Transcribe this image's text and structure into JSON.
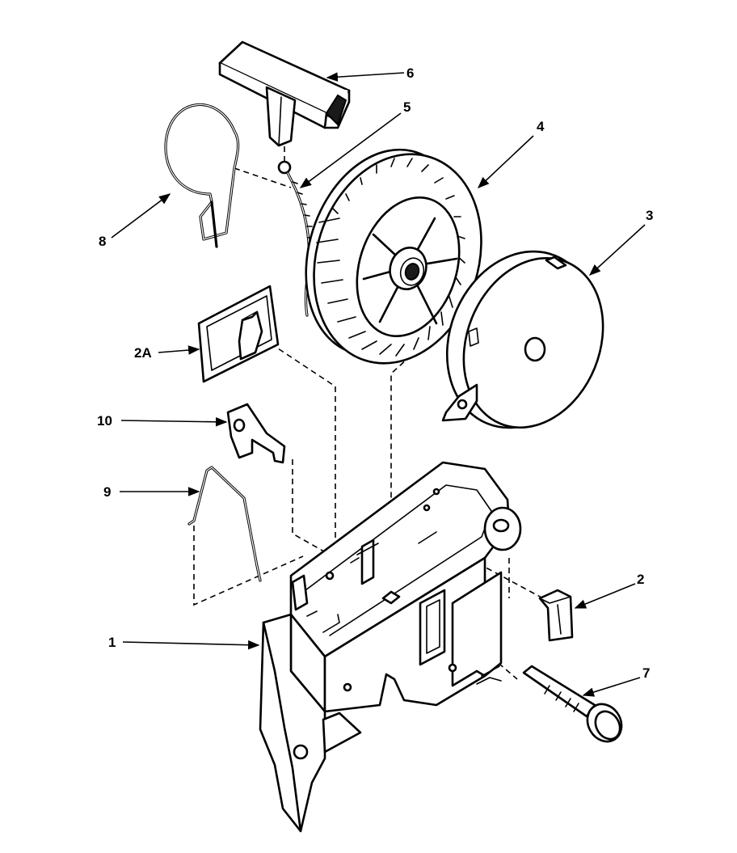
{
  "diagram": {
    "callouts": [
      {
        "id": "c1",
        "label": "1"
      },
      {
        "id": "c2",
        "label": "2"
      },
      {
        "id": "c2a",
        "label": "2A"
      },
      {
        "id": "c3",
        "label": "3"
      },
      {
        "id": "c4",
        "label": "4"
      },
      {
        "id": "c5",
        "label": "5"
      },
      {
        "id": "c6",
        "label": "6"
      },
      {
        "id": "c7",
        "label": "7"
      },
      {
        "id": "c8",
        "label": "8"
      },
      {
        "id": "c9",
        "label": "9"
      },
      {
        "id": "c10",
        "label": "10"
      }
    ],
    "colors": {
      "ink": "#000000",
      "paper": "#ffffff"
    }
  }
}
